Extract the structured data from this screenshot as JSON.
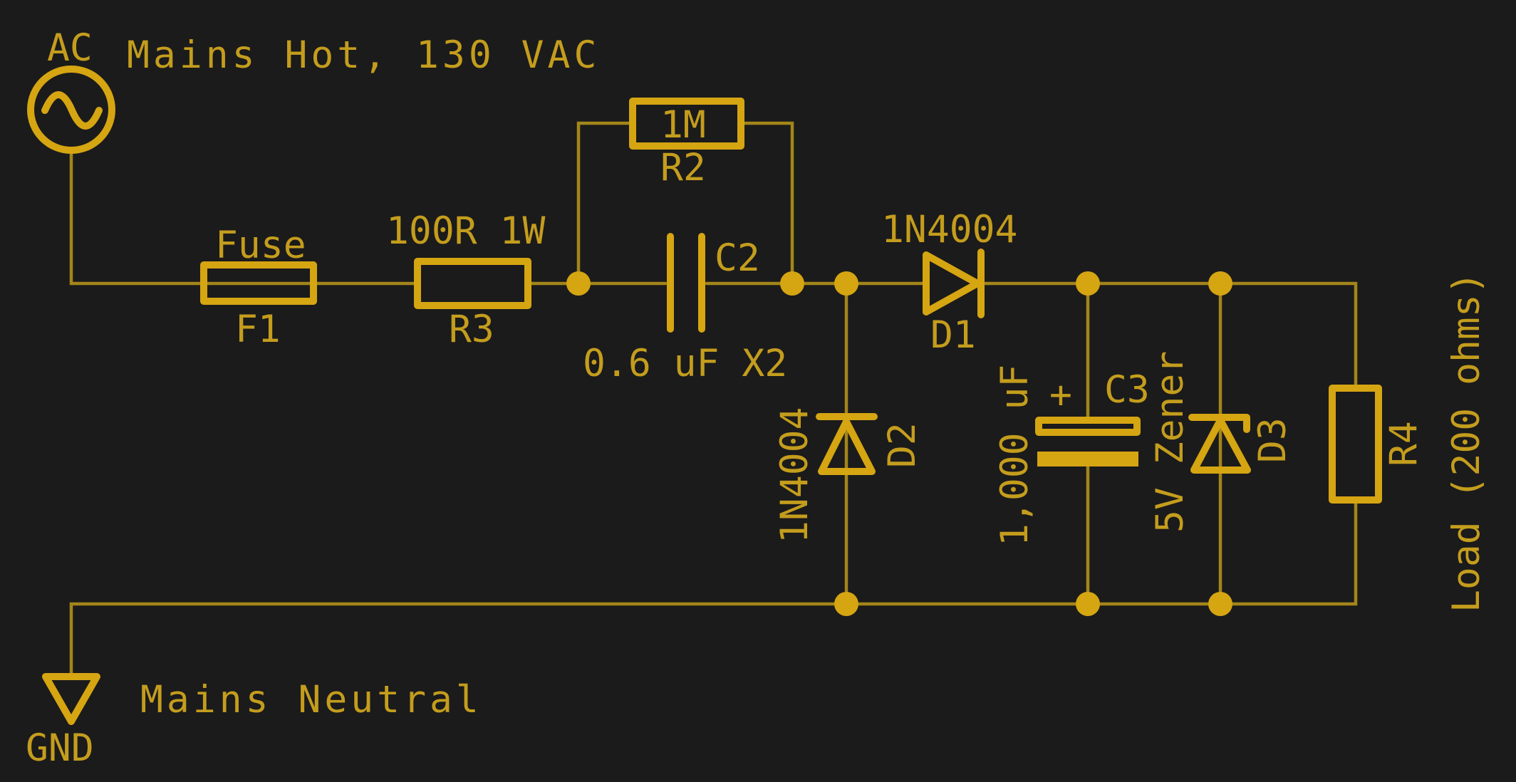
{
  "colors": {
    "background": "#1b1b1b",
    "wire": "#a3851a",
    "symbol": "#d5a512",
    "label": "#c49d1d"
  },
  "nets": {
    "source_ref": "AC",
    "hot_label": "Mains Hot, 130 VAC",
    "neutral_label": "Mains Neutral",
    "ground_ref": "GND"
  },
  "components": {
    "f1": {
      "ref": "F1",
      "value": "Fuse"
    },
    "r3": {
      "ref": "R3",
      "value": "100R 1W"
    },
    "r2": {
      "ref": "R2",
      "value": "1M"
    },
    "c2": {
      "ref": "C2",
      "value": "0.6 uF X2"
    },
    "d1": {
      "ref": "D1",
      "value": "1N4004"
    },
    "d2": {
      "ref": "D2",
      "value": "1N4004"
    },
    "c3": {
      "ref": "C3",
      "value": "1,000 uF",
      "polarity_mark": "+"
    },
    "d3": {
      "ref": "D3",
      "value": "5V Zener"
    },
    "r4": {
      "ref": "R4",
      "value": "Load (200 ohms)"
    }
  }
}
